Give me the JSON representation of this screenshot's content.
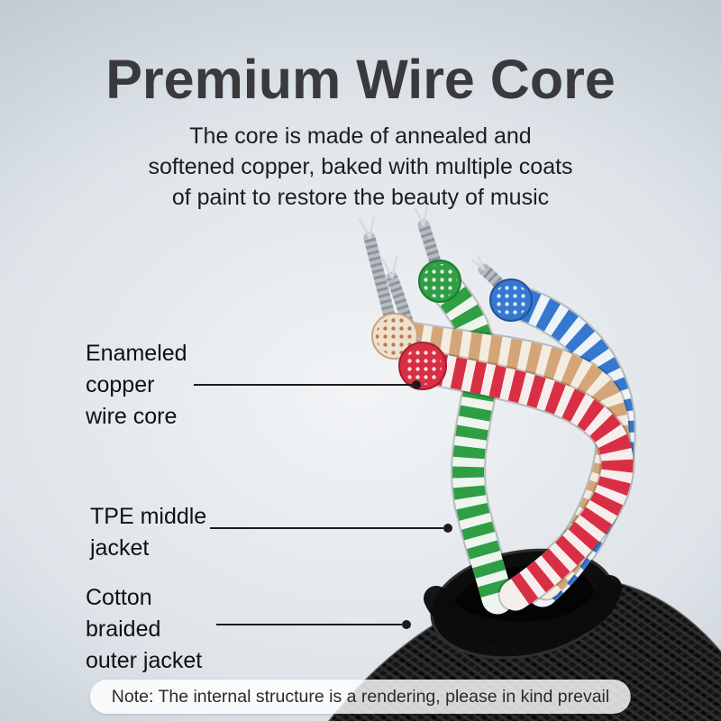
{
  "header": {
    "title": "Premium Wire Core",
    "subtitle_lines": [
      "The core is made of annealed and",
      "softened copper, baked with multiple coats",
      "of paint to restore the beauty of music"
    ]
  },
  "callouts": [
    {
      "id": "enameled-copper-wire-core",
      "lines": [
        "Enameled",
        "copper",
        "wire core"
      ]
    },
    {
      "id": "tpe-middle-jacket",
      "lines": [
        "TPE middle",
        "jacket"
      ]
    },
    {
      "id": "cotton-braided-outer-jacket",
      "lines": [
        "Cotton",
        "braided",
        "outer jacket"
      ]
    }
  ],
  "note": {
    "text": "Note: The internal structure is a rendering, please in kind prevail"
  },
  "colors": {
    "title_text": "#3a3a3c",
    "body_text": "#1d1d1f",
    "wire_red": "#d92f44",
    "wire_green": "#2f9e44",
    "wire_blue": "#3578cf",
    "wire_copper_tan": "#d3a577",
    "strand_silver": "#b7bcc3",
    "outer_jacket_black": "#131313",
    "background_top": "#a2b0bd",
    "background_center": "#f2f4f6",
    "note_background": "#ffffff"
  }
}
